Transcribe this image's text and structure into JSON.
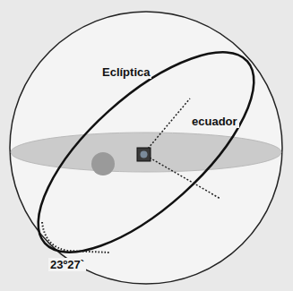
{
  "diagram": {
    "labels": [
      "Eclíptica",
      "ecuador",
      "23º27`"
    ]
  }
}
